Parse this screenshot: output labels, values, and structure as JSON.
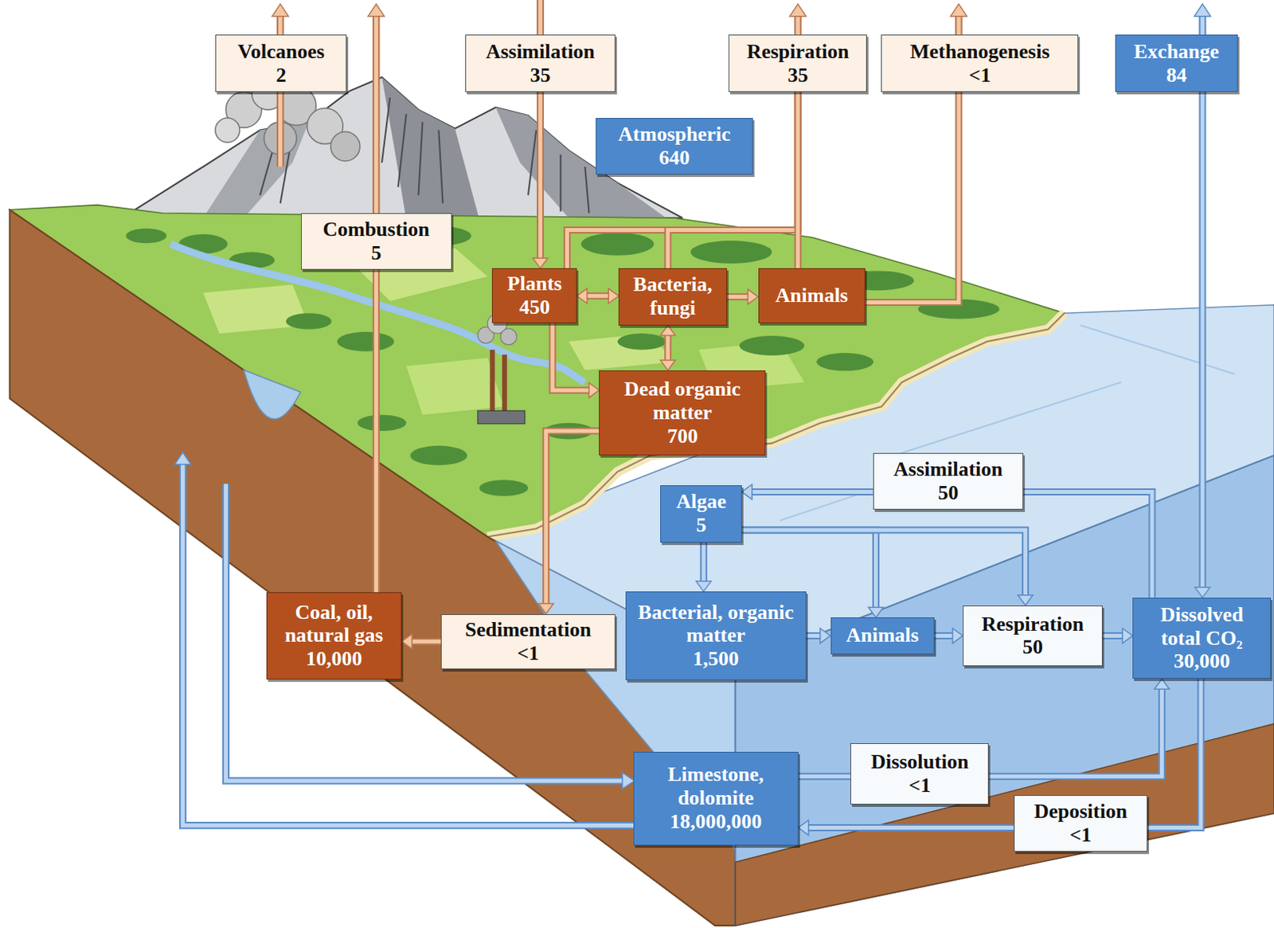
{
  "diagram": {
    "nodes": [
      {
        "text": [
          "Volcanoes",
          "2"
        ]
      },
      {
        "text": [
          "Assimilation",
          "35"
        ]
      },
      {
        "text": [
          "Respiration",
          "35"
        ]
      },
      {
        "text": [
          "Methanogenesis",
          "<1"
        ]
      },
      {
        "text": [
          "Exchange",
          "84"
        ]
      },
      {
        "text": [
          "Atmospheric",
          "640"
        ]
      },
      {
        "text": [
          "Combustion",
          "5"
        ]
      },
      {
        "text": [
          "Plants",
          "450"
        ]
      },
      {
        "text": [
          "Bacteria, fungi"
        ]
      },
      {
        "text": [
          "Animals"
        ]
      },
      {
        "text": [
          "Dead organic matter",
          "700"
        ]
      },
      {
        "text": [
          "Assimilation",
          "50"
        ]
      },
      {
        "text": [
          "Algae",
          "5"
        ]
      },
      {
        "text": [
          "Coal, oil, natural gas",
          "10,000"
        ]
      },
      {
        "text": [
          "Sedimentation",
          "<1"
        ]
      },
      {
        "text": [
          "Bacterial, organic matter",
          "1,500"
        ]
      },
      {
        "text": [
          "Animals"
        ]
      },
      {
        "text": [
          "Respiration",
          "50"
        ]
      },
      {
        "text": [
          "Dissolved total CO₂",
          "30,000"
        ]
      },
      {
        "text": [
          "Limestone, dolomite",
          "18,000,000"
        ]
      },
      {
        "text": [
          "Dissolution",
          "<1"
        ]
      },
      {
        "text": [
          "Deposition",
          "<1"
        ]
      }
    ],
    "edges": [
      {
        "from": 13,
        "to": 6,
        "arrow": "none"
      },
      {
        "from": 1,
        "to": 7,
        "arrow": "to"
      },
      {
        "from": 7,
        "to": 2,
        "arrow": "none"
      },
      {
        "from": 8,
        "to": 2,
        "arrow": "none"
      },
      {
        "from": 9,
        "to": 2,
        "arrow": "none"
      },
      {
        "from": 9,
        "to": 3,
        "arrow": "none"
      },
      {
        "from": 7,
        "to": 8,
        "arrow": "both"
      },
      {
        "from": 8,
        "to": 9,
        "arrow": "to"
      },
      {
        "from": 8,
        "to": 10,
        "arrow": "both"
      },
      {
        "from": 7,
        "to": 10,
        "arrow": "to"
      },
      {
        "from": 10,
        "to": 14,
        "arrow": "to"
      },
      {
        "from": 14,
        "to": 13,
        "arrow": "to"
      },
      {
        "from": 4,
        "to": 18,
        "arrow": "to"
      },
      {
        "from": 18,
        "to": 11,
        "arrow": "none"
      },
      {
        "from": 11,
        "to": 12,
        "arrow": "to"
      },
      {
        "from": 12,
        "to": 15,
        "arrow": "to"
      },
      {
        "from": 12,
        "to": 16,
        "arrow": "to"
      },
      {
        "from": 12,
        "to": 17,
        "arrow": "to"
      },
      {
        "from": 15,
        "to": 16,
        "arrow": "to"
      },
      {
        "from": 16,
        "to": 17,
        "arrow": "to"
      },
      {
        "from": 17,
        "to": 18,
        "arrow": "to"
      },
      {
        "from": 18,
        "to": 21,
        "arrow": "none"
      },
      {
        "from": 21,
        "to": 19,
        "arrow": "to"
      },
      {
        "from": 19,
        "to": 20,
        "arrow": "none"
      },
      {
        "from": 20,
        "to": 18,
        "arrow": "to"
      }
    ]
  }
}
